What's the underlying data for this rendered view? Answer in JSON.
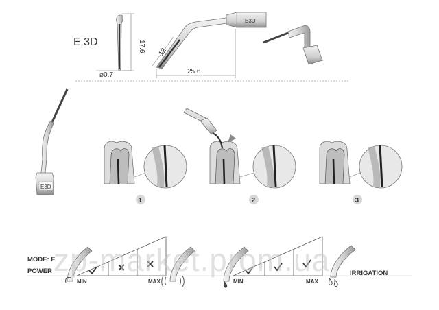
{
  "tip_model": "E 3D",
  "engraving": "E3D",
  "dimensions": {
    "height": "17.6",
    "diameter": "⌀0.7",
    "length": "25.6",
    "shank": "12"
  },
  "steps": [
    "1",
    "2",
    "3"
  ],
  "settings": {
    "mode_label": "MODE: E",
    "power_label": "POWER",
    "min_label": "MIN",
    "max_label": "MAX",
    "irrigation_label": "IRRIGATION",
    "power_scale_marks": [
      "check",
      "cross",
      "cross"
    ],
    "irrigation_scale_marks": [
      "check",
      "check",
      "check"
    ]
  },
  "watermark": "zp-market.prom.ua",
  "colors": {
    "line": "#555555",
    "metal_light": "#e6e6e6",
    "metal_dark": "#8a8a8a",
    "gum": "#dcdcdc",
    "dentin": "#b5b5b5",
    "canal": "#3a3a3a",
    "watermark": "#c9c9c9"
  }
}
